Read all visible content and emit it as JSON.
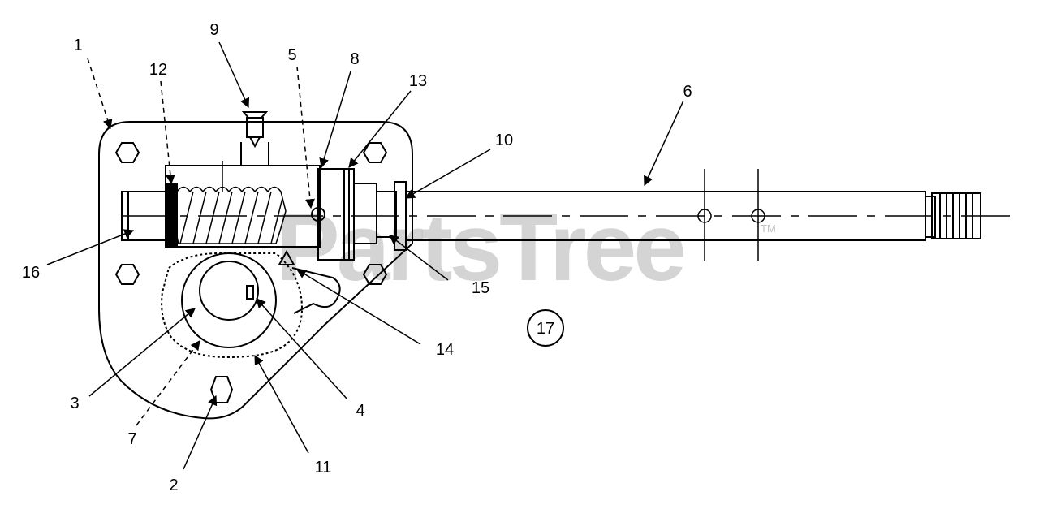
{
  "watermark": {
    "text": "PartsTree",
    "trademark": "TM"
  },
  "callouts": {
    "c1": "1",
    "c2": "2",
    "c3": "3",
    "c4": "4",
    "c5": "5",
    "c6": "6",
    "c7": "7",
    "c8": "8",
    "c9": "9",
    "c10": "10",
    "c11": "11",
    "c12": "12",
    "c13": "13",
    "c14": "14",
    "c15": "15",
    "c16": "16",
    "c17": "17"
  }
}
